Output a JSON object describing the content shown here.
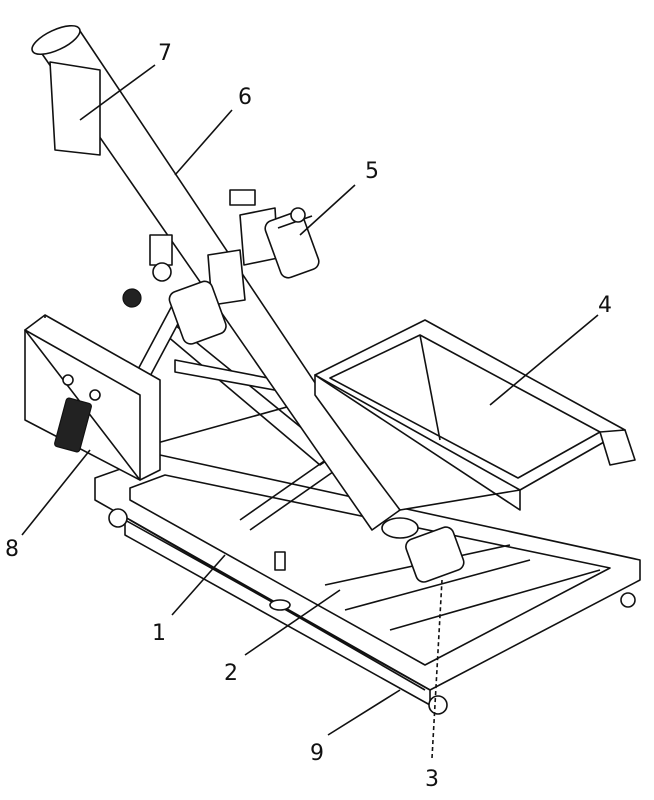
{
  "figure": {
    "labels": {
      "frame": "1",
      "plate": "2",
      "lower_motor": "3",
      "hopper": "4",
      "upper_motor": "5",
      "conveyor_tube": "6",
      "discharge_chute": "7",
      "control_box": "8",
      "base_rail": "9"
    }
  }
}
